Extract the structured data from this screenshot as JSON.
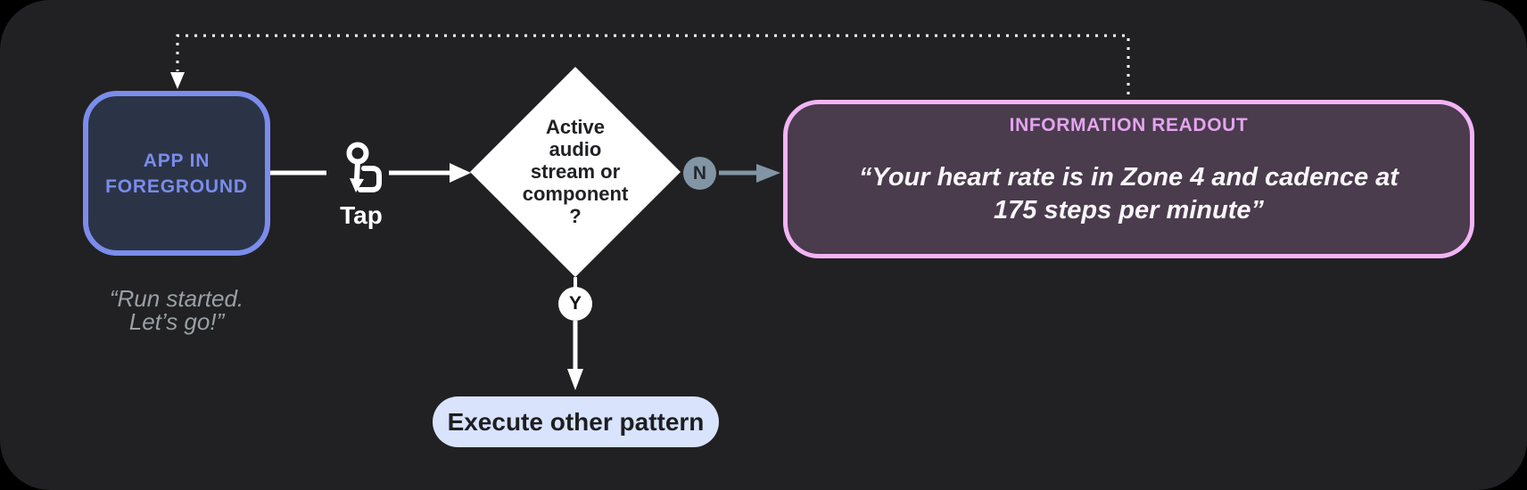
{
  "colors": {
    "outer-bg": "#000000",
    "panel-bg": "#212123",
    "blue": "#7b8cec",
    "blue-fill": "#2b3447",
    "gray": "#9aa0a6",
    "white": "#ffffff",
    "slate": "#8295a4",
    "slate-dark": "#24282c",
    "purple-border": "#f2b4f5",
    "purple-fill": "#4a3b4d",
    "purple-title": "#e4a5ee",
    "readout-text": "#f9f6fa",
    "pill-bg": "#d9e3fc",
    "pill-text": "#1d1e20",
    "diamond-text": "#202124"
  },
  "app_node": {
    "label": "APP IN\nFOREGROUND",
    "quote": "“Run started.\nLet’s go!”"
  },
  "tap": {
    "label": "Tap",
    "icon": "tap-gesture-icon"
  },
  "decision": {
    "label": "Active\naudio\nstream or\ncomponent\n?",
    "no_label": "N",
    "yes_label": "Y"
  },
  "readout": {
    "title": "INFORMATION READOUT",
    "quote": "“Your heart rate is in Zone 4 and cadence at\n175 steps per minute”"
  },
  "outcome": {
    "label": "Execute other pattern"
  }
}
